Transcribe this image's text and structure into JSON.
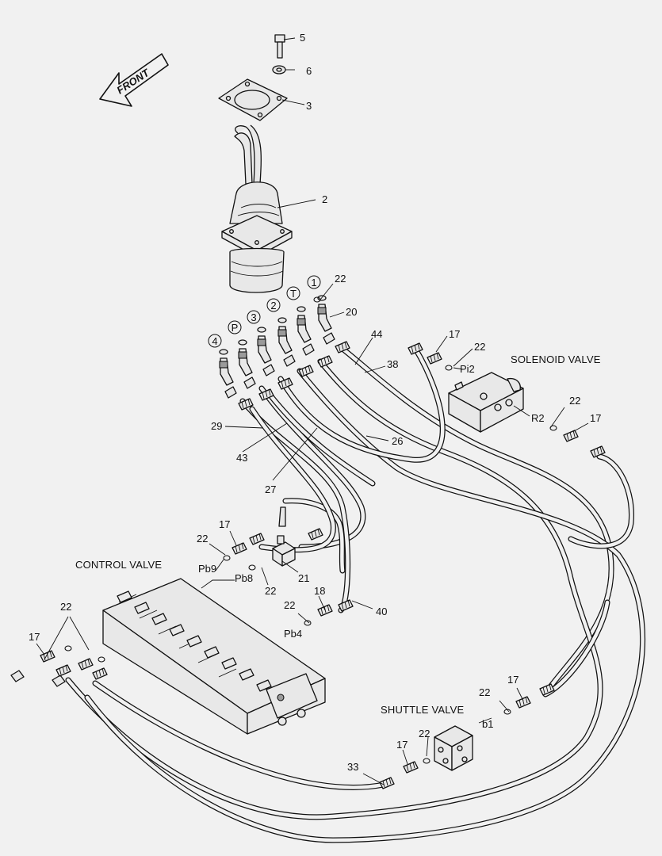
{
  "diagram": {
    "front_arrow_label": "FRONT",
    "labels": {
      "control_valve": "CONTROL VALVE",
      "solenoid_valve": "SOLENOID VALVE",
      "shuttle_valve": "SHUTTLE VALVE"
    },
    "ports": {
      "pb9": "Pb9",
      "pb8": "Pb8",
      "pb4": "Pb4",
      "pi2": "Pi2",
      "r2": "R2",
      "b1": "b1"
    },
    "port_circles": [
      "4",
      "P",
      "3",
      "2",
      "T",
      "1"
    ],
    "callouts": {
      "c5": "5",
      "c6": "6",
      "c3": "3",
      "c2": "2",
      "c22_top": "22",
      "c20": "20",
      "c44": "44",
      "c38": "38",
      "c17_sol": "17",
      "c22_sol": "22",
      "c22_r2": "22",
      "c17_r2": "17",
      "c29": "29",
      "c43": "43",
      "c26": "26",
      "c27": "27",
      "c17_cv": "17",
      "c22_cv": "22",
      "c21": "21",
      "c22_pb8": "22",
      "c18": "18",
      "c40": "40",
      "c22_pb4": "22",
      "c22_left": "22",
      "c17_left": "17",
      "c22_b1": "22",
      "c17_b1": "17",
      "c22_sh": "22",
      "c17_sh": "17",
      "c33": "33"
    }
  }
}
